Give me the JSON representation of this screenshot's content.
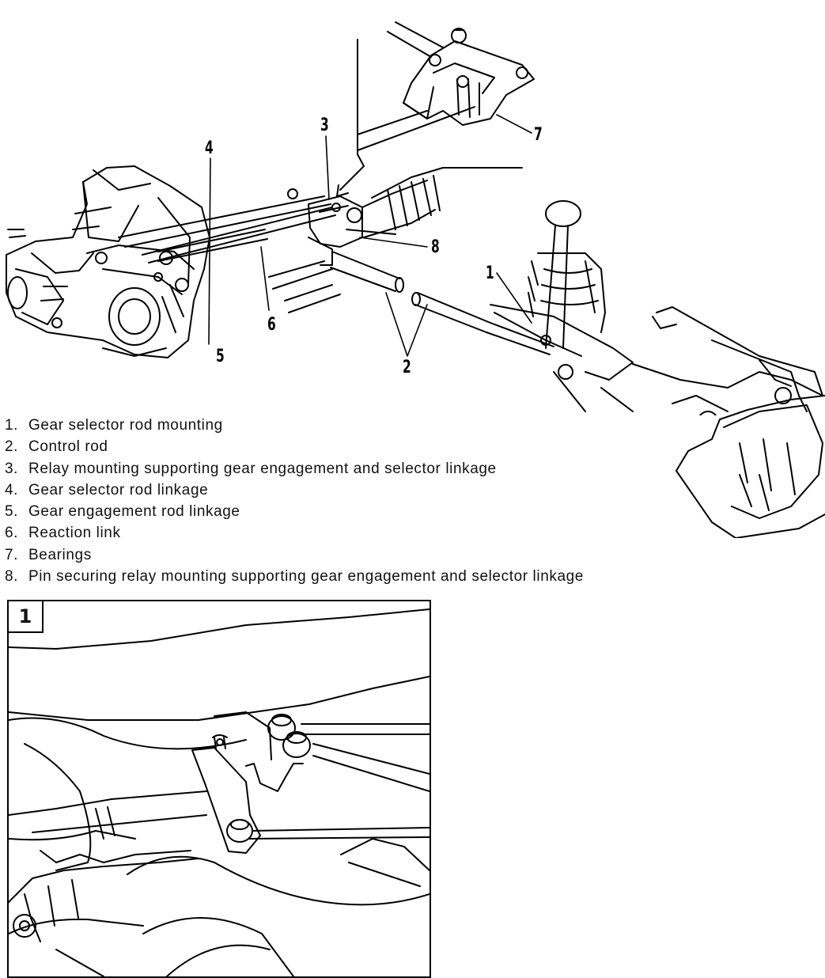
{
  "callouts": [
    "1",
    "2",
    "3",
    "4",
    "5",
    "6",
    "7",
    "8"
  ],
  "legend": [
    {
      "num": "1.",
      "text": "Gear selector rod mounting"
    },
    {
      "num": "2.",
      "text": "Control rod"
    },
    {
      "num": "3.",
      "text": "Relay mounting supporting gear engagement and selector linkage"
    },
    {
      "num": "4.",
      "text": "Gear selector rod linkage"
    },
    {
      "num": "5.",
      "text": "Gear engagement rod linkage"
    },
    {
      "num": "6.",
      "text": "Reaction link"
    },
    {
      "num": "7.",
      "text": "Bearings"
    },
    {
      "num": "8.",
      "text": "Pin securing relay mounting supporting gear engagement and selector linkage"
    }
  ],
  "inset": {
    "label": "1"
  }
}
